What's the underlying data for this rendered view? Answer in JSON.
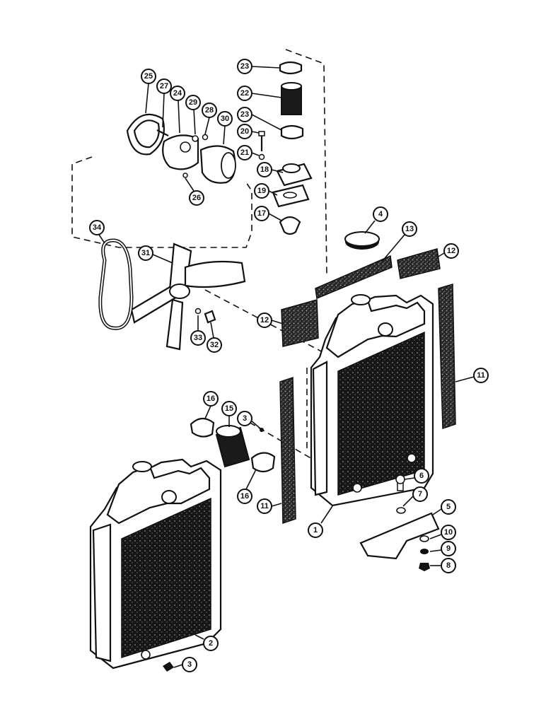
{
  "callouts": {
    "c1": "1",
    "c2": "2",
    "c3a": "3",
    "c3b": "3",
    "c4": "4",
    "c5": "5",
    "c6": "6",
    "c7": "7",
    "c8": "8",
    "c9": "9",
    "c10": "10",
    "c11a": "11",
    "c11b": "11",
    "c12a": "12",
    "c12b": "12",
    "c13": "13",
    "c15": "15",
    "c16a": "16",
    "c16b": "16",
    "c17": "17",
    "c18": "18",
    "c19": "19",
    "c20": "20",
    "c21": "21",
    "c22": "22",
    "c23a": "23",
    "c23b": "23",
    "c24": "24",
    "c25": "25",
    "c26": "26",
    "c27": "27",
    "c28": "28",
    "c29": "29",
    "c30": "30",
    "c31": "31",
    "c32": "32",
    "c33": "33",
    "c34": "34"
  },
  "colors": {
    "ink": "#111111",
    "background": "#ffffff",
    "core": "#1a1a1a",
    "foam": "#2a2a2a"
  }
}
